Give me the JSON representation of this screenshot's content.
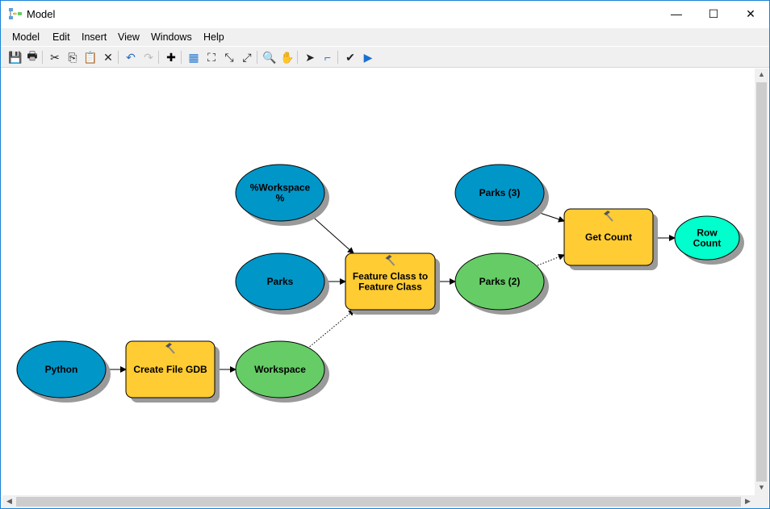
{
  "window": {
    "title": "Model",
    "minimize": "—",
    "maximize": "☐",
    "close": "✕"
  },
  "menu": [
    "Model",
    "Edit",
    "Insert",
    "View",
    "Windows",
    "Help"
  ],
  "toolbar": [
    {
      "icon": "save-icon",
      "glyph": "💾"
    },
    {
      "icon": "print-icon",
      "glyph": "🖶"
    },
    {
      "icon": "cut-icon",
      "glyph": "✂"
    },
    {
      "icon": "copy-icon",
      "glyph": "⎘"
    },
    {
      "icon": "paste-icon",
      "glyph": "📋"
    },
    {
      "icon": "delete-icon",
      "glyph": "✕"
    },
    {
      "icon": "undo-icon",
      "glyph": "↶"
    },
    {
      "icon": "redo-icon",
      "glyph": "↷"
    },
    {
      "icon": "add-data-icon",
      "glyph": "✚"
    },
    {
      "icon": "auto-layout-icon",
      "glyph": "▦"
    },
    {
      "icon": "full-extent-icon",
      "glyph": "⛶"
    },
    {
      "icon": "fixed-zoom-in-icon",
      "glyph": "⤡"
    },
    {
      "icon": "fixed-zoom-out-icon",
      "glyph": "⤢"
    },
    {
      "icon": "zoom-in-icon",
      "glyph": "🔍"
    },
    {
      "icon": "pan-icon",
      "glyph": "✋"
    },
    {
      "icon": "select-icon",
      "glyph": "➤"
    },
    {
      "icon": "connect-icon",
      "glyph": "⌐"
    },
    {
      "icon": "validate-icon",
      "glyph": "✔"
    },
    {
      "icon": "run-icon",
      "glyph": "▶"
    }
  ],
  "colors": {
    "input": "#0096c8",
    "output": "#66cc66",
    "tool": "#ffcc33",
    "final": "#00ffcc"
  },
  "nodes": [
    {
      "id": "python",
      "type": "ellipse",
      "kind": "input",
      "lines": [
        "Python"
      ]
    },
    {
      "id": "create-gdb",
      "type": "tool",
      "lines": [
        "Create File GDB"
      ]
    },
    {
      "id": "workspace",
      "type": "ellipse",
      "kind": "output",
      "lines": [
        "Workspace"
      ]
    },
    {
      "id": "workspace-var",
      "type": "ellipse",
      "kind": "input",
      "lines": [
        "%Workspace",
        "%"
      ]
    },
    {
      "id": "parks",
      "type": "ellipse",
      "kind": "input",
      "lines": [
        "Parks"
      ]
    },
    {
      "id": "fc-to-fc",
      "type": "tool",
      "lines": [
        "Feature Class to",
        "Feature Class"
      ]
    },
    {
      "id": "parks-2",
      "type": "ellipse",
      "kind": "output",
      "lines": [
        "Parks (2)"
      ]
    },
    {
      "id": "parks-3",
      "type": "ellipse",
      "kind": "input",
      "lines": [
        "Parks (3)"
      ]
    },
    {
      "id": "get-count",
      "type": "tool",
      "lines": [
        "Get Count"
      ]
    },
    {
      "id": "row-count",
      "type": "ellipse",
      "kind": "final",
      "lines": [
        "Row",
        "Count"
      ]
    }
  ],
  "edges": [
    {
      "from": "python",
      "to": "create-gdb",
      "style": "solid"
    },
    {
      "from": "create-gdb",
      "to": "workspace",
      "style": "solid"
    },
    {
      "from": "workspace",
      "to": "fc-to-fc",
      "style": "dotted"
    },
    {
      "from": "workspace-var",
      "to": "fc-to-fc",
      "style": "solid"
    },
    {
      "from": "parks",
      "to": "fc-to-fc",
      "style": "solid"
    },
    {
      "from": "fc-to-fc",
      "to": "parks-2",
      "style": "solid"
    },
    {
      "from": "parks-2",
      "to": "get-count",
      "style": "dotted"
    },
    {
      "from": "parks-3",
      "to": "get-count",
      "style": "solid"
    },
    {
      "from": "get-count",
      "to": "row-count",
      "style": "solid"
    }
  ]
}
